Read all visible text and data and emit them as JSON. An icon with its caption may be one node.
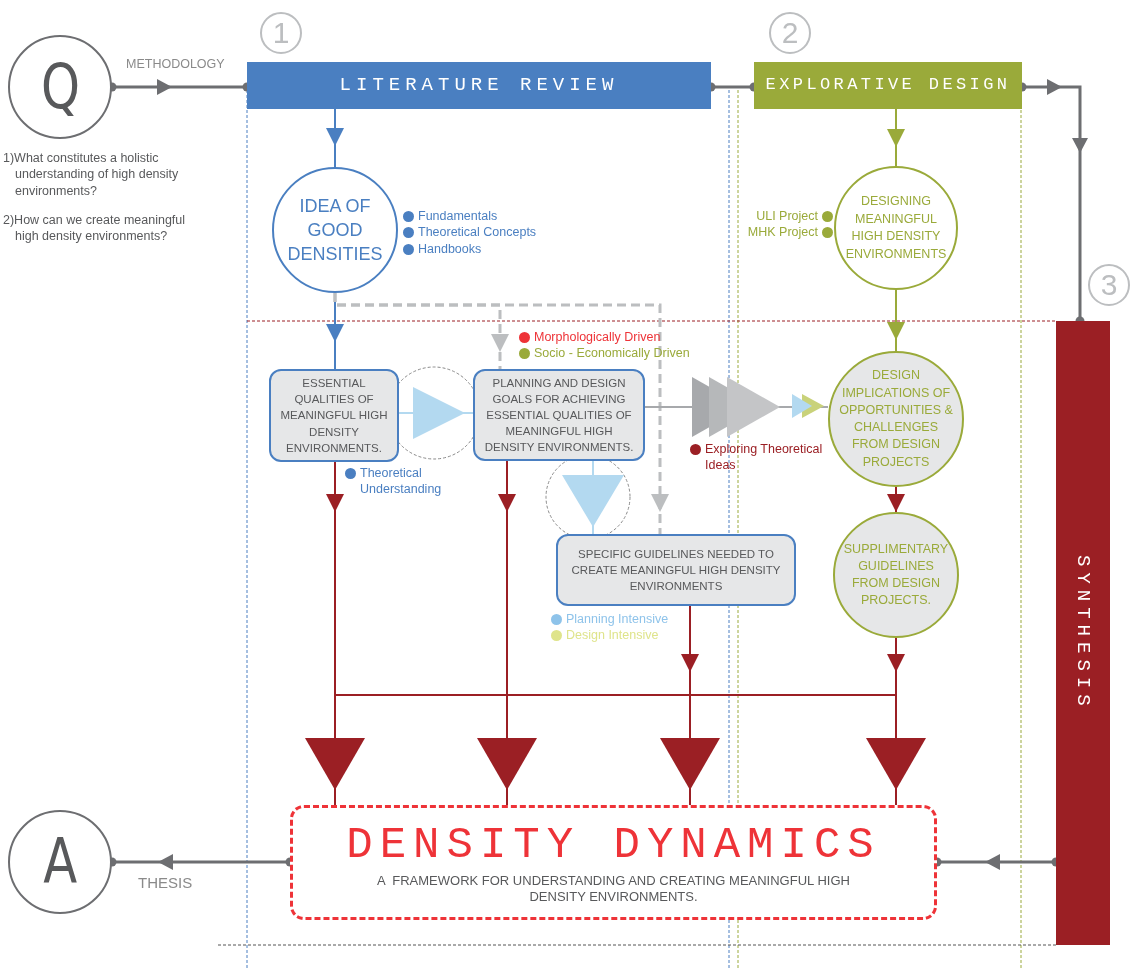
{
  "diagram": {
    "nodes": [
      {
        "text": [
          "Q"
        ],
        "beside": [
          "1)What constitutes a holistic understanding of high density environments?",
          "2)How can we create meaningful high density environments?"
        ]
      },
      {
        "text": [
          "1"
        ]
      },
      {
        "text": [
          "LITERATURE REVIEW"
        ]
      },
      {
        "text": [
          "2"
        ]
      },
      {
        "text": [
          "EXPLORATIVE DESIGN"
        ]
      },
      {
        "text": [
          "3"
        ]
      },
      {
        "text": [
          "IDEA OF GOOD DENSITIES"
        ],
        "beside": [
          "Fundamentals",
          "Theoretical Concepts",
          "Handbooks"
        ]
      },
      {
        "text": [
          "DESIGNING MEANINGFUL HIGH DENSITY ENVIRONMENTS"
        ],
        "beside": [
          "ULI Project",
          "MHK Project"
        ]
      },
      {
        "text": [
          "ESSENTIAL QUALITIES OF MEANINGFUL HIGH DENSITY ENVIRONMENTS."
        ],
        "beside": [
          "Theoretical Understanding"
        ]
      },
      {
        "text": [
          "PLANNING AND DESIGN GOALS FOR ACHIEVING ESSENTIAL QUALITIES OF MEANINGFUL HIGH DENSITY ENVIRONMENTS."
        ],
        "beside": [
          "Morphologically Driven",
          "Socio - Economically Driven"
        ]
      },
      {
        "text": [
          "SPECIFIC GUIDELINES NEEDED TO CREATE MEANINGFUL HIGH DENSITY ENVIRONMENTS"
        ],
        "beside": [
          "Planning Intensive",
          "Design Intensive"
        ]
      },
      {
        "text": [
          "DESIGN IMPLICATIONS OF OPPORTUNITIES & CHALLENGES FROM DESIGN PROJECTS"
        ]
      },
      {
        "text": [
          "SUPPLIMENTARY GUIDELINES FROM DESIGN PROJECTS."
        ]
      },
      {
        "text": [
          "SYNTHESIS"
        ]
      },
      {
        "text": [
          "A"
        ]
      },
      {
        "text": [
          "DENSITY DYNAMICS",
          "A  FRAMEWORK FOR UNDERSTANDING AND CREATING MEANINGFUL HIGH DENSITY ENVIRONMENTS."
        ]
      }
    ],
    "edges": [
      {
        "from": 0,
        "to": 2,
        "arrow": "to",
        "label": "METHODOLOGY"
      },
      {
        "from": 2,
        "to": 4,
        "arrow": "other"
      },
      {
        "from": 4,
        "to": 13,
        "arrow": "to"
      },
      {
        "from": 2,
        "to": 6,
        "arrow": "to",
        "color": "#4a7fc1"
      },
      {
        "from": 4,
        "to": 7,
        "arrow": "to",
        "color": "#9aaa3a"
      },
      {
        "from": 6,
        "to": 8,
        "arrow": "to",
        "color": "#4a7fc1"
      },
      {
        "from": 7,
        "to": 11,
        "arrow": "to",
        "color": "#9aaa3a"
      },
      {
        "from": 6,
        "to": 9,
        "arrow": "to",
        "style": "dashed",
        "color": "#bcbec0"
      },
      {
        "from": 6,
        "to": 10,
        "arrow": "to",
        "style": "dashed",
        "color": "#bcbec0"
      },
      {
        "from": 8,
        "to": 9,
        "arrow": "to",
        "color": "#b3d9f0"
      },
      {
        "from": 9,
        "to": 10,
        "arrow": "to",
        "color": "#b3d9f0"
      },
      {
        "from": 9,
        "to": 11,
        "arrow": "to",
        "label": "Exploring Theoretical Ideas",
        "color": "#a7a9ac"
      },
      {
        "from": 11,
        "to": 12,
        "arrow": "to",
        "color": "#9b1f24"
      },
      {
        "from": 8,
        "to": 15,
        "arrow": "to",
        "color": "#9b1f24"
      },
      {
        "from": 9,
        "to": 15,
        "arrow": "to",
        "color": "#9b1f24"
      },
      {
        "from": 10,
        "to": 15,
        "arrow": "to",
        "color": "#9b1f24"
      },
      {
        "from": 12,
        "to": 15,
        "arrow": "to",
        "color": "#9b1f24"
      },
      {
        "from": 13,
        "to": 15,
        "arrow": "to"
      },
      {
        "from": 15,
        "to": 14,
        "arrow": "to",
        "label": "THESIS"
      }
    ]
  }
}
